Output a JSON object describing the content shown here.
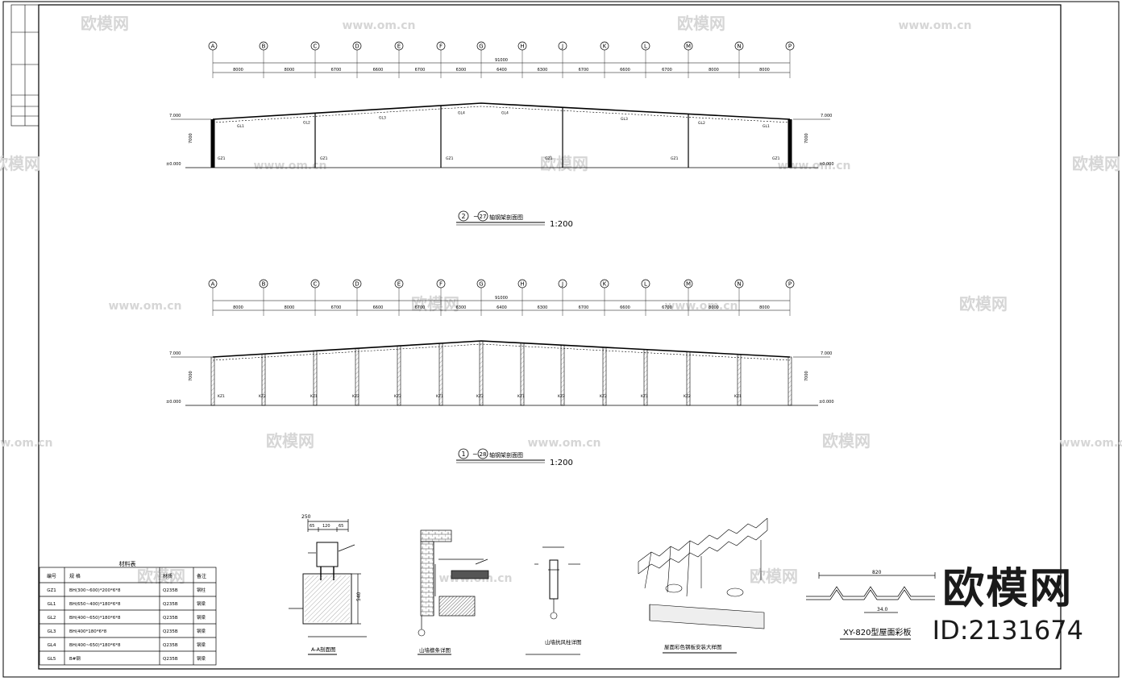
{
  "section1": {
    "axes": [
      "A",
      "B",
      "C",
      "D",
      "E",
      "F",
      "G",
      "H",
      "J",
      "K",
      "L",
      "M",
      "N",
      "P"
    ],
    "spans": [
      "8000",
      "8000",
      "6700",
      "6600",
      "6700",
      "6300",
      "6400",
      "6300",
      "6700",
      "6600",
      "6700",
      "8000",
      "8000"
    ],
    "total": "91000",
    "title_a": "2",
    "title_b": "27",
    "title_text": "轴钢架剖面图",
    "scale": "1:200",
    "eave_left": "7.000",
    "eave_right": "7.000",
    "base_left": "±0.000",
    "base_right": "±0.000",
    "height": "7000",
    "member_labels": [
      "GL1",
      "GL2",
      "GL3",
      "GL4",
      "GL4",
      "GL3",
      "GL2",
      "GL1"
    ],
    "column_labels": [
      "GZ1",
      "GZ1",
      "GZ1",
      "GZ1",
      "GZ1",
      "GZ1"
    ]
  },
  "section2": {
    "axes": [
      "A",
      "B",
      "C",
      "D",
      "E",
      "F",
      "G",
      "H",
      "J",
      "K",
      "L",
      "M",
      "N",
      "P"
    ],
    "spans": [
      "8000",
      "8000",
      "6700",
      "6600",
      "6700",
      "6300",
      "6400",
      "6300",
      "6700",
      "6600",
      "6700",
      "8000",
      "8000"
    ],
    "total": "91000",
    "title_a": "1",
    "title_b": "28",
    "title_text": "轴钢架剖面图",
    "scale": "1:200",
    "eave_left": "7.000",
    "eave_right": "7.000",
    "base_left": "±0.000",
    "base_right": "±0.000",
    "height": "7000",
    "column_labels": [
      "KZ1",
      "KZ2",
      "KZ1",
      "KZ2",
      "KZ2",
      "KZ1",
      "KZ2",
      "KZ1",
      "KZ2",
      "KZ2",
      "KZ1",
      "KZ2",
      "KZ1"
    ]
  },
  "table": {
    "title": "材料表",
    "headers": [
      "编号",
      "规 格",
      "材质",
      "备注"
    ],
    "rows": [
      [
        "GZ1",
        "BH(300~600)*200*6*8",
        "Q235B",
        "钢柱"
      ],
      [
        "GL1",
        "BH(650~400)*180*6*8",
        "Q235B",
        "钢梁"
      ],
      [
        "GL2",
        "BH(400~650)*180*6*8",
        "Q235B",
        "钢梁"
      ],
      [
        "GL3",
        "BH(400*180*6*8",
        "Q235B",
        "钢梁"
      ],
      [
        "GL4",
        "BH(400~650)*180*6*8",
        "Q235B",
        "钢梁"
      ],
      [
        "GL5",
        "B#钢",
        "Q235B",
        "钢梁"
      ]
    ]
  },
  "details": {
    "d1_title": "A-A剖面图",
    "d1_dims": [
      "250",
      "65",
      "120",
      "65",
      "540"
    ],
    "d2_title": "山墙檩条详图",
    "d3_title": "山墙抗风柱详图",
    "d4_title": "屋面彩色钢板安装大样图",
    "d5_title": "XY-820型屋面彩板",
    "d5_dims": [
      "820",
      "34.0"
    ]
  },
  "watermark": {
    "site": "www.om.cn",
    "brand": "欧模网"
  },
  "brand_logo": "欧模网",
  "brand_id": "ID:2131674"
}
